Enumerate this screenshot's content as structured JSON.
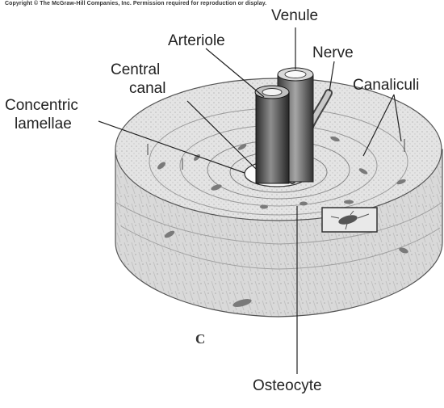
{
  "copyright": "Copyright © The McGraw-Hill Companies, Inc. Permission required for reproduction or display.",
  "labels": {
    "venule": "Venule",
    "arteriole": "Arteriole",
    "nerve": "Nerve",
    "central_canal_1": "Central",
    "central_canal_2": "canal",
    "canaliculi": "Canaliculi",
    "concentric_lamellae_1": "Concentric",
    "concentric_lamellae_2": "lamellae",
    "osteocyte": "Osteocyte"
  },
  "panel_letter": "C"
}
